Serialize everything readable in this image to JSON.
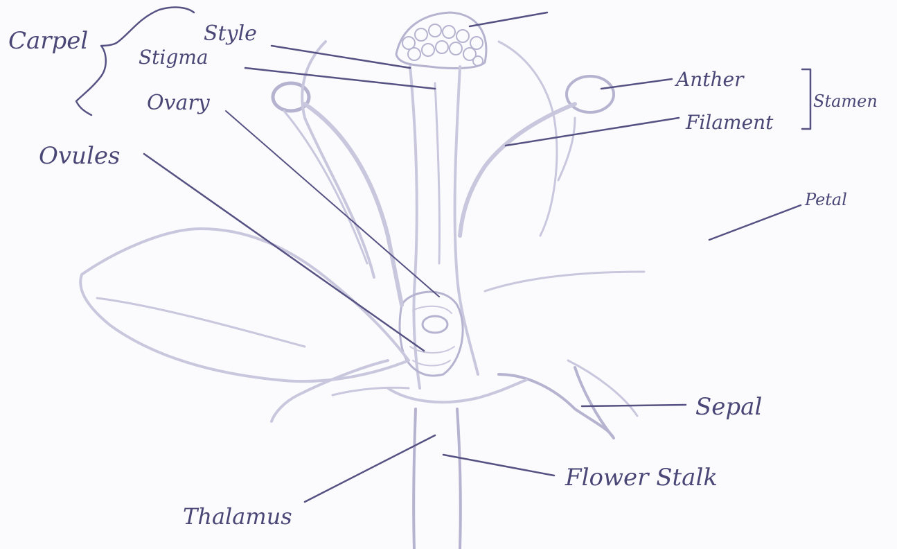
{
  "labels": {
    "carpel": "Carpel",
    "style": "Style",
    "stigma": "Stigma",
    "ovary": "Ovary",
    "ovules": "Ovules",
    "anther": "Anther",
    "filament": "Filament",
    "stamen": "Stamen",
    "petal": "Petal",
    "sepal": "Sepal",
    "flower_stalk": "Flower Stalk",
    "thalamus": "Thalamus"
  },
  "colors": {
    "ink": "#555283",
    "pencil": "#c9c7dd",
    "paper": "#fbfbfd"
  }
}
